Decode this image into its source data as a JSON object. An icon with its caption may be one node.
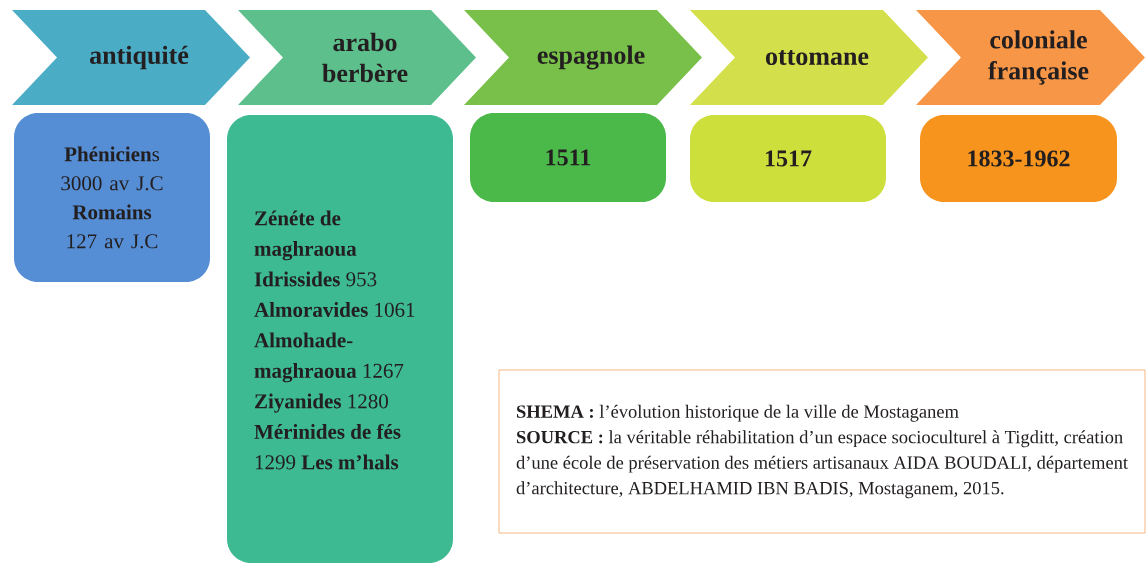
{
  "diagram": {
    "nodes": [
      {
        "text": [
          "antiquité"
        ]
      },
      {
        "text": [
          "arabo berbère"
        ]
      },
      {
        "text": [
          "espagnole"
        ]
      },
      {
        "text": [
          "ottomane"
        ]
      },
      {
        "text": [
          "coloniale française"
        ]
      },
      {
        "text": [
          "**Phénicien**s 3000 av J.C",
          "**Romains** 127 av J.C"
        ]
      },
      {
        "text": [
          "**Zénéte de maghraoua Idrissides** 953 **Almoravides** 1061 **Almohade-maghraoua** 1267 **Ziyanides** 1280 **Mérinides de fés** 1299 **Les m’hals**"
        ]
      },
      {
        "text": [
          "1511"
        ]
      },
      {
        "text": [
          "1517"
        ]
      },
      {
        "text": [
          "1833-1962"
        ]
      },
      {
        "text": [
          "**SHEMA :** l’évolution historique de la ville de Mostaganem",
          "**SOURCE :** la véritable réhabilitation d’un espace socioculturel à Tigditt, création d’une école de préservation des métiers artisanaux AIDA BOUDALI, département d’architecture, ABDELHAMID IBN BADIS, Mostaganem, 2015."
        ]
      }
    ]
  }
}
